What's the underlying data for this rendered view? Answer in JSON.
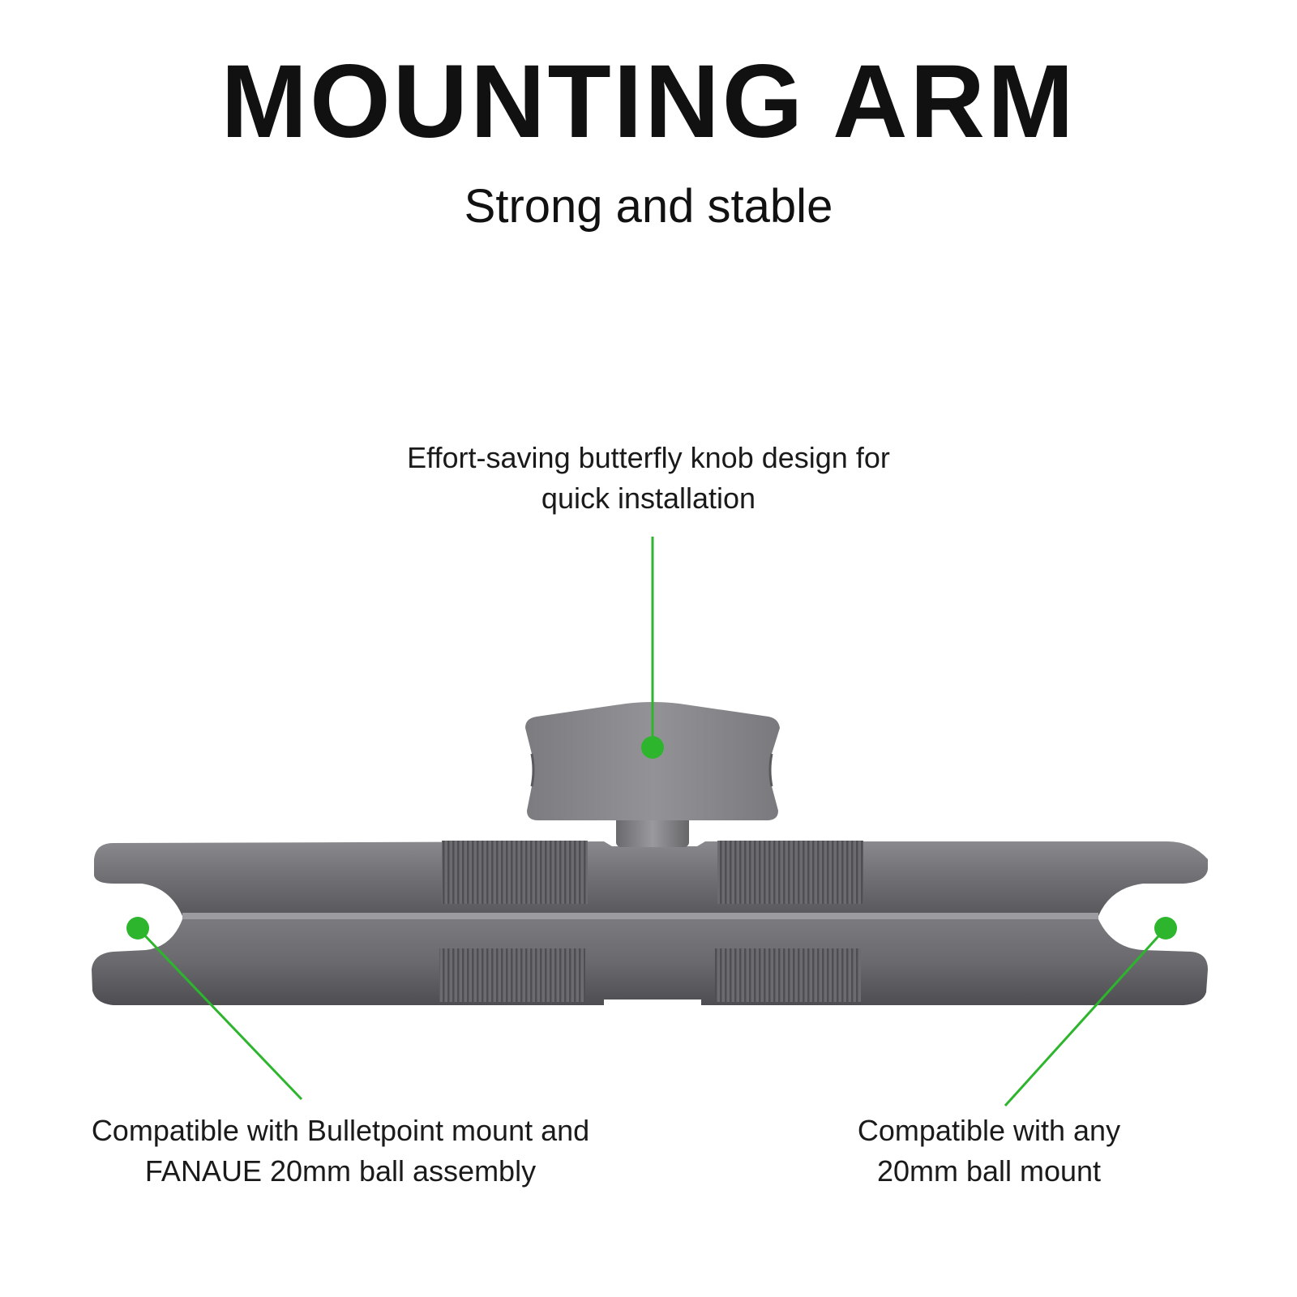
{
  "header": {
    "title": "MOUNTING ARM",
    "subtitle": "Strong and stable"
  },
  "callouts": {
    "knob": {
      "line1": "Effort-saving butterfly knob design for",
      "line2": "quick installation"
    },
    "left_socket": {
      "line1": "Compatible with Bulletpoint mount and",
      "line2": "FANAUE 20mm ball assembly"
    },
    "right_socket": {
      "line1": "Compatible with any",
      "line2": "20mm ball mount"
    }
  },
  "colors": {
    "accent": "#2db52d",
    "background": "#ffffff",
    "metal": "#6e6e72",
    "text": "#111111"
  }
}
